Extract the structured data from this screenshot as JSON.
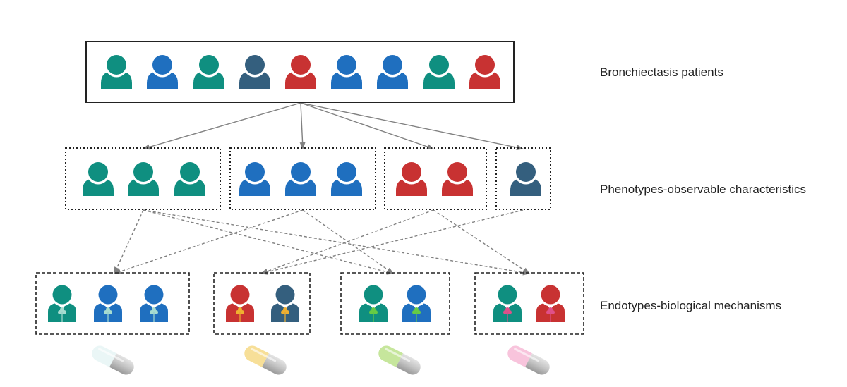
{
  "labels": {
    "patients": "Bronchiectasis patients",
    "phenotypes": "Phenotypes-observable characteristics",
    "endotypes": "Endotypes-biological mechanisms"
  },
  "colors": {
    "teal": "#0f8f80",
    "blue": "#1f6fbf",
    "slate": "#345f7e",
    "red": "#c83232",
    "arrow": "#808080"
  },
  "patients": [
    "teal",
    "blue",
    "teal",
    "slate",
    "red",
    "blue",
    "blue",
    "teal",
    "red"
  ],
  "phenotypes": [
    {
      "group": "teal-group",
      "people": [
        "teal",
        "teal",
        "teal"
      ]
    },
    {
      "group": "blue-group",
      "people": [
        "blue",
        "blue",
        "blue"
      ]
    },
    {
      "group": "red-group",
      "people": [
        "red",
        "red"
      ]
    },
    {
      "group": "slate-group",
      "people": [
        "slate"
      ]
    }
  ],
  "endotypes": [
    {
      "group": "endotype-1",
      "marker_color": "#a7dcd0",
      "people": [
        "teal",
        "blue",
        "blue"
      ]
    },
    {
      "group": "endotype-2",
      "marker_color": "#f0b030",
      "people": [
        "red",
        "slate"
      ]
    },
    {
      "group": "endotype-3",
      "marker_color": "#66cc44",
      "people": [
        "teal",
        "blue"
      ]
    },
    {
      "group": "endotype-4",
      "marker_color": "#e0508a",
      "people": [
        "teal",
        "red"
      ]
    }
  ],
  "pills": [
    {
      "name": "pill-white",
      "tint": "#eaf6f6"
    },
    {
      "name": "pill-yellow",
      "tint": "#f7df98"
    },
    {
      "name": "pill-green",
      "tint": "#c6e69c"
    },
    {
      "name": "pill-pink",
      "tint": "#f8c4dc"
    }
  ]
}
